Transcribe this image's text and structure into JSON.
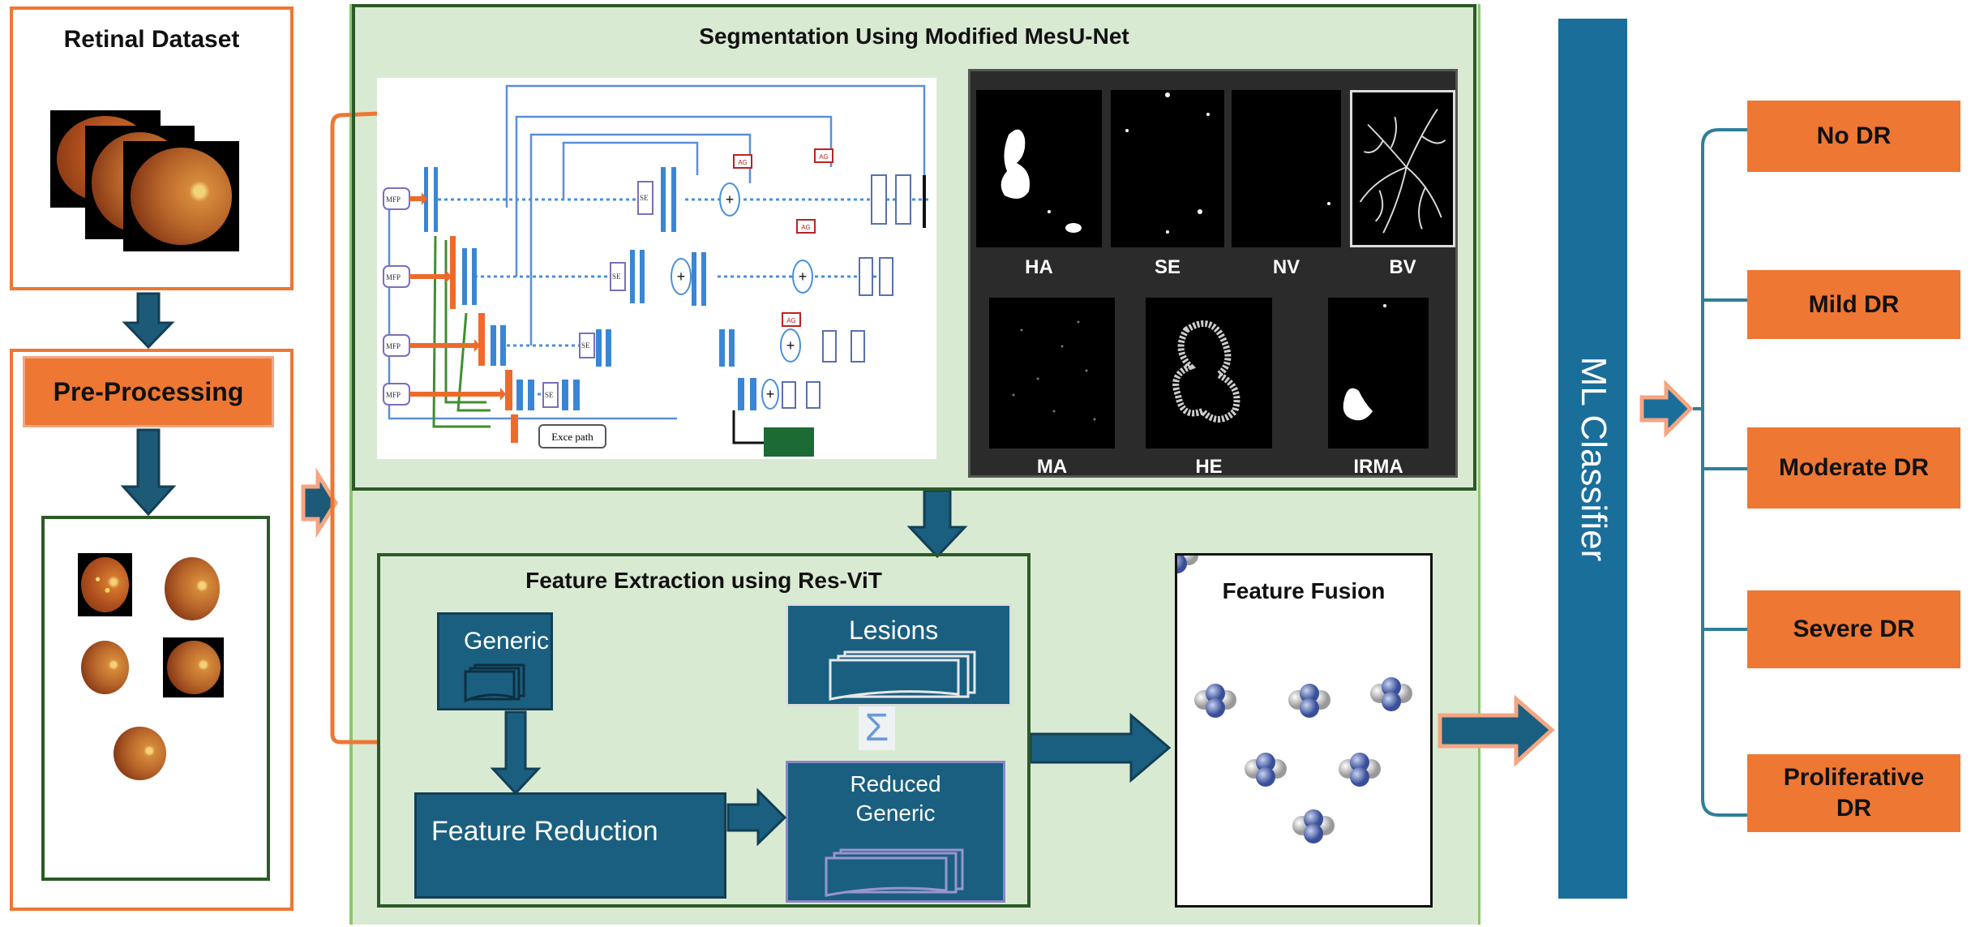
{
  "retinal_dataset": {
    "title": "Retinal Dataset"
  },
  "preprocessing": {
    "title": "Pre-Processing"
  },
  "segmentation": {
    "title": "Segmentation Using Modified MesU-Net",
    "unet_labels": {
      "mfp": "MFP",
      "se": "SE",
      "ag": "AG",
      "exce_path": "Exce path"
    },
    "lesions": [
      "HA",
      "SE",
      "NV",
      "BV",
      "MA",
      "HE",
      "IRMA"
    ]
  },
  "feature_extraction": {
    "title": "Feature Extraction using Res-ViT",
    "generic": "Generic",
    "lesions": "Lesions",
    "sum_symbol": "Σ",
    "feature_reduction": "Feature Reduction",
    "reduced_generic_line1": "Reduced",
    "reduced_generic_line2": "Generic"
  },
  "feature_fusion": {
    "title": "Feature Fusion"
  },
  "classifier": {
    "label": "ML Classifier"
  },
  "outputs": [
    "No DR",
    "Mild DR",
    "Moderate DR",
    "Severe DR",
    "Proliferative DR"
  ],
  "colors": {
    "orange": "#ee7733",
    "dark_green": "#2c5a27",
    "light_green": "#d9ead3",
    "teal_blue": "#1a6e9a",
    "feature_blue": "#1a5f80",
    "arrow_outline": "#f4a582"
  }
}
